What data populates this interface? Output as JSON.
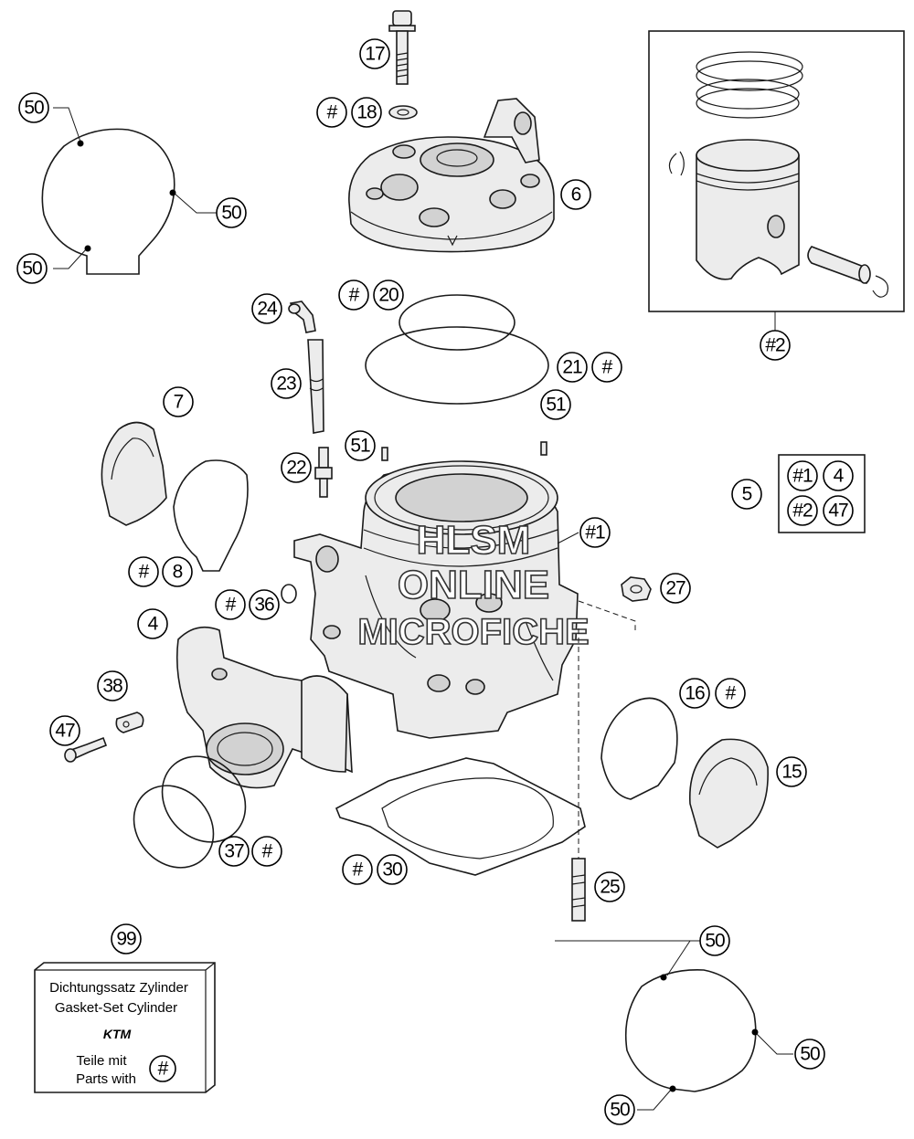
{
  "callouts": [
    {
      "id": "c17",
      "label": "17"
    },
    {
      "id": "c18h",
      "label": "#"
    },
    {
      "id": "c18",
      "label": "18"
    },
    {
      "id": "c6",
      "label": "6"
    },
    {
      "id": "c50a",
      "label": "50"
    },
    {
      "id": "c50b",
      "label": "50"
    },
    {
      "id": "c50c",
      "label": "50"
    },
    {
      "id": "c2",
      "label": "#2"
    },
    {
      "id": "c24",
      "label": "24"
    },
    {
      "id": "c20h",
      "label": "#"
    },
    {
      "id": "c20",
      "label": "20"
    },
    {
      "id": "c21",
      "label": "21"
    },
    {
      "id": "c21h",
      "label": "#"
    },
    {
      "id": "c23",
      "label": "23"
    },
    {
      "id": "c7",
      "label": "7"
    },
    {
      "id": "c51a",
      "label": "51"
    },
    {
      "id": "c51b",
      "label": "51"
    },
    {
      "id": "c22",
      "label": "22"
    },
    {
      "id": "c5",
      "label": "5"
    },
    {
      "id": "c1k",
      "label": "#1"
    },
    {
      "id": "c4k",
      "label": "4"
    },
    {
      "id": "c2k",
      "label": "#2"
    },
    {
      "id": "c47k",
      "label": "47"
    },
    {
      "id": "c1",
      "label": "#1"
    },
    {
      "id": "c8h",
      "label": "#"
    },
    {
      "id": "c8",
      "label": "8"
    },
    {
      "id": "c27",
      "label": "27"
    },
    {
      "id": "c36h",
      "label": "#"
    },
    {
      "id": "c36",
      "label": "36"
    },
    {
      "id": "c4",
      "label": "4"
    },
    {
      "id": "c38",
      "label": "38"
    },
    {
      "id": "c16",
      "label": "16"
    },
    {
      "id": "c16h",
      "label": "#"
    },
    {
      "id": "c47",
      "label": "47"
    },
    {
      "id": "c15",
      "label": "15"
    },
    {
      "id": "c37",
      "label": "37"
    },
    {
      "id": "c37h",
      "label": "#"
    },
    {
      "id": "c30h",
      "label": "#"
    },
    {
      "id": "c30",
      "label": "30"
    },
    {
      "id": "c25",
      "label": "25"
    },
    {
      "id": "c99",
      "label": "99"
    },
    {
      "id": "c50d",
      "label": "50"
    },
    {
      "id": "c50e",
      "label": "50"
    },
    {
      "id": "c50f",
      "label": "50"
    }
  ],
  "gasket_box": {
    "line1": "Dichtungssatz Zylinder",
    "line2": "Gasket-Set Cylinder",
    "logo": "KTM",
    "line3": "Teile mit",
    "line4": "Parts with",
    "symbol": "#"
  },
  "watermark": {
    "line1": "HLSM",
    "line2": "ONLINE",
    "line3": "MICROFICHE"
  }
}
